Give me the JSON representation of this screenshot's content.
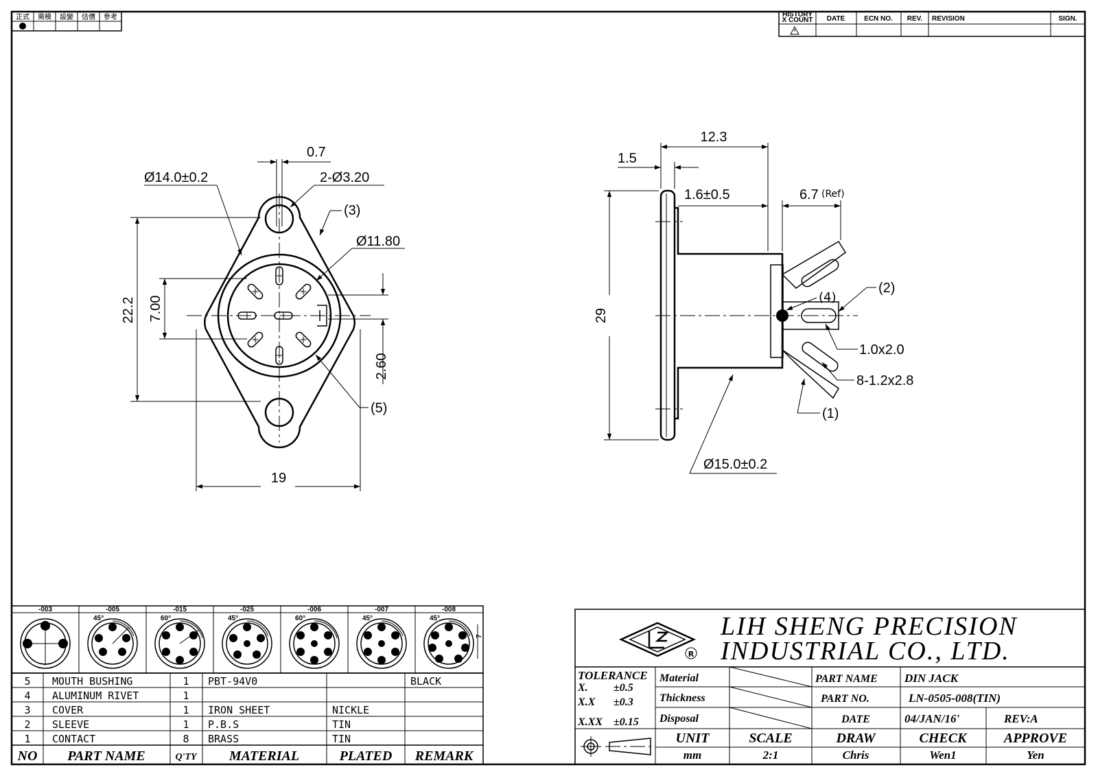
{
  "header": {
    "top_left": [
      "正式",
      "需模",
      "設變",
      "估價",
      "參考"
    ],
    "revision_columns": {
      "history": "HISTORY",
      "count": "X COUNT",
      "date": "DATE",
      "ecn": "ECN NO.",
      "rev": "REV.",
      "revision": "REVISION",
      "sign": "SIGN."
    }
  },
  "front_view": {
    "dims": {
      "d14": "Ø14.0±0.2",
      "gap07": "0.7",
      "holes": "2-Ø3.20",
      "d1180": "Ø11.80",
      "h222": "22.2",
      "h700": "7.00",
      "h260": "2.60",
      "w19": "19"
    },
    "callouts": {
      "c3": "(3)",
      "c5": "(5)"
    }
  },
  "side_view": {
    "dims": {
      "w123": "12.3",
      "w15": "1.5",
      "w16": "1.6±0.5",
      "w67": "6.7",
      "w67ref": "(Ref)",
      "h29": "29",
      "d150": "Ø15.0±0.2",
      "p10": "1.0x2.0",
      "p812": "8-1.2x2.8"
    },
    "callouts": {
      "c1": "(1)",
      "c2": "(2)",
      "c4": "(4)"
    }
  },
  "variants": [
    "-003",
    "-005",
    "-015",
    "-025",
    "-006",
    "-007",
    "-008"
  ],
  "variant_angles": [
    "45°",
    "60°",
    "45°",
    "60°",
    "45°",
    "45°"
  ],
  "variant_side": "7",
  "bom": {
    "rows": [
      {
        "no": "5",
        "part": "MOUTH BUSHING",
        "qty": "1",
        "material": "PBT-94V0",
        "plated": "",
        "remark": "BLACK"
      },
      {
        "no": "4",
        "part": "ALUMINUM RIVET",
        "qty": "1",
        "material": "",
        "plated": "",
        "remark": ""
      },
      {
        "no": "3",
        "part": "COVER",
        "qty": "1",
        "material": "IRON SHEET",
        "plated": "NICKLE",
        "remark": ""
      },
      {
        "no": "2",
        "part": "SLEEVE",
        "qty": "1",
        "material": "P.B.S",
        "plated": "TIN",
        "remark": ""
      },
      {
        "no": "1",
        "part": "CONTACT",
        "qty": "8",
        "material": "BRASS",
        "plated": "TIN",
        "remark": ""
      }
    ],
    "headers": {
      "no": "NO",
      "part": "PART NAME",
      "qty": "Q'TY",
      "material": "MATERIAL",
      "plated": "PLATED",
      "remark": "REMARK"
    }
  },
  "title_block": {
    "company_line1": "LIH SHENG PRECISION",
    "company_line2": "INDUSTRIAL CO., LTD.",
    "logo_registered": "R",
    "tolerance_title": "TOLERANCE",
    "tol": [
      {
        "k": "X.",
        "v": "±0.5"
      },
      {
        "k": "X.X",
        "v": "±0.3"
      },
      {
        "k": "X.XX",
        "v": "±0.15"
      }
    ],
    "labels": {
      "material": "Material",
      "thickness": "Thickness",
      "disposal": "Disposal"
    },
    "part_name_label": "PART NAME",
    "part_name": "DIN JACK",
    "part_no_label": "PART NO.",
    "part_no": "LN-0505-008(TIN)",
    "date_label": "DATE",
    "date": "04/JAN/16'",
    "rev": "REV:A",
    "unit_label": "UNIT",
    "unit": "mm",
    "scale_label": "SCALE",
    "scale": "2:1",
    "draw_label": "DRAW",
    "draw": "Chris",
    "check_label": "CHECK",
    "check": "Wen1",
    "approve_label": "APPROVE",
    "approve": "Yen"
  }
}
